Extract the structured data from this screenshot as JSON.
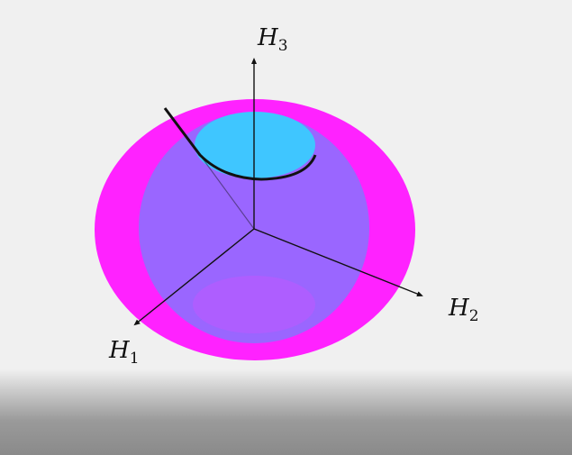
{
  "axes": {
    "h1": {
      "symbol": "H",
      "subscript": "1"
    },
    "h2": {
      "symbol": "H",
      "subscript": "2"
    },
    "h3": {
      "symbol": "H",
      "subscript": "3"
    }
  },
  "colors": {
    "background": "#f0f0f0",
    "outer_ellipsoid": "#ff22ff",
    "inner_sphere": "#9a66ff",
    "inner_sphere_bottom": "#b45cff",
    "top_cap": "#3fc6ff",
    "axis_line": "#111111"
  }
}
